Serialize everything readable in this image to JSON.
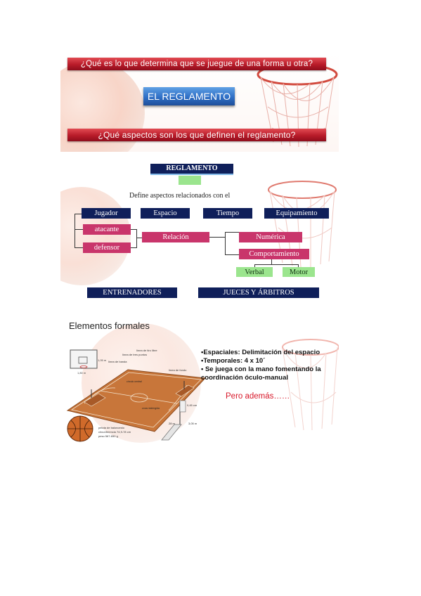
{
  "slide1": {
    "banner_top": "¿Qué es lo que determina que se juegue de una forma u otra?",
    "title": "EL REGLAMENTO",
    "banner_bottom": "¿Qué aspectos son los que definen el reglamento?"
  },
  "slide2": {
    "header": "REGLAMENTO",
    "subtitle": "Define aspectos relacionados con el",
    "top_boxes": [
      "Jugador",
      "Espacio",
      "Tiempo",
      "Equipamiento"
    ],
    "jugador_types": [
      "atacante",
      "defensor"
    ],
    "relation": "Relación",
    "relation_types": [
      "Numérica",
      "Comportamiento"
    ],
    "behaviour_types": [
      "Verbal",
      "Motor"
    ],
    "bottom_boxes": [
      "ENTRENADORES",
      "JUECES Y ÁRBITROS"
    ]
  },
  "slide3": {
    "title": "Elementos formales",
    "bullets": [
      "•Espaciales: Delimitación del espacio",
      "•Temporales: 4 x 10´",
      "• Se juega  con la mano fomentando la",
      "coordinación  óculo-manual"
    ],
    "highlight": "Pero además……",
    "court_labels": {
      "backboard_w": "1,80 m",
      "backboard_w2": "1,05 m",
      "line_foul": "línea de tiro libre",
      "line_three": "línea de tres puntos",
      "line_side": "línea de banda",
      "line_end": "línea de fondo",
      "center": "círculo central",
      "zone": "zona restringida",
      "length": "28 m",
      "width": "15 m",
      "ball": "pelota de baloncesto",
      "ball2": "circunferencia 74,9-78 cm",
      "ball3": "peso 567-650 g",
      "hoop_h": "3,05 m",
      "hoop_d": "0,45 cm"
    }
  }
}
